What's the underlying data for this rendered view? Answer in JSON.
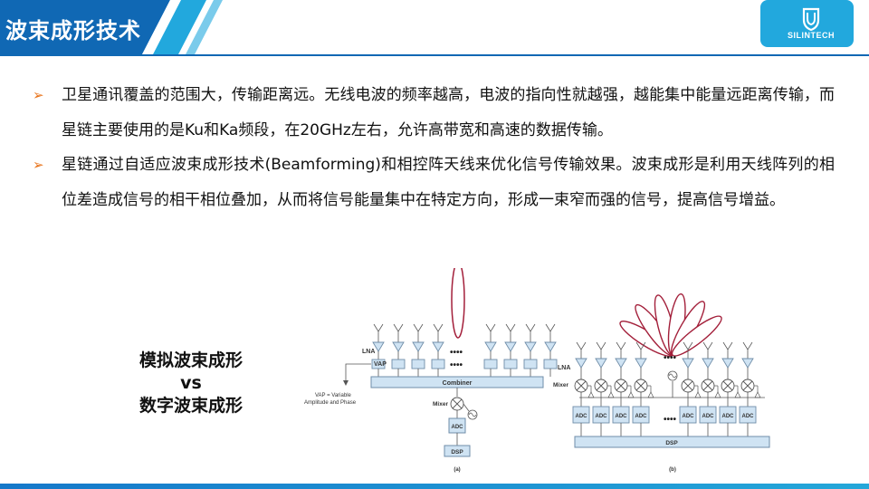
{
  "header": {
    "title": "波束成形技术",
    "logo_text": "SILINTECH",
    "colors": {
      "dark": "#1068b4",
      "light": "#22a8dd"
    }
  },
  "bullets": [
    {
      "text": "卫星通讯覆盖的范围大，传输距离远。无线电波的频率越高，电波的指向性就越强，越能集中能量远距离传输，而星链主要使用的是Ku和Ka频段，在20GHz左右，允许高带宽和高速的数据传输。"
    },
    {
      "text": "星链通过自适应波束成形技术(Beamforming)和相控阵天线来优化信号传输效果。波束成形是利用天线阵列的相位差造成信号的相干相位叠加，从而将信号能量集中在特定方向，形成一束窄而强的信号，提高信号增益。"
    }
  ],
  "comparison": {
    "line1": "模拟波束成形",
    "line2": "vs",
    "line3": "数字波束成形"
  },
  "diagram": {
    "lna": "LNA",
    "vap": "VAP",
    "combiner": "Combiner",
    "vap_note1": "VAP = Variable",
    "vap_note2": "Amplitude and Phase",
    "mixer": "Mixer",
    "adc": "ADC",
    "dsp": "DSP",
    "dots": "••••",
    "caption_a": "(a)",
    "caption_b": "(b)"
  }
}
